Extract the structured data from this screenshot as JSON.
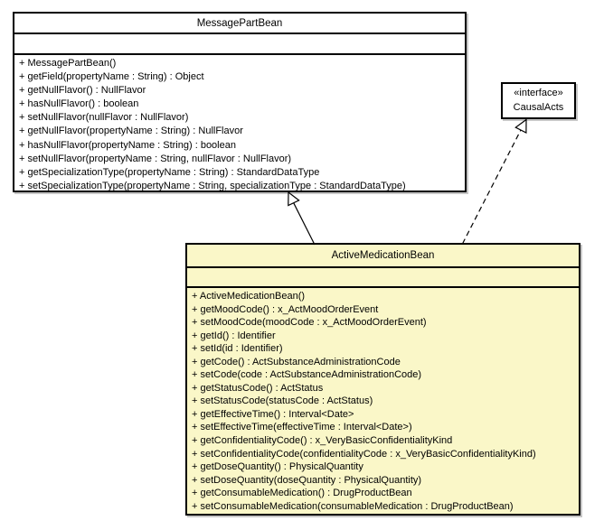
{
  "diagram": {
    "type": "uml-class-diagram",
    "colors": {
      "class_fill": "#ffffff",
      "highlighted_class_fill": "#faf7c8",
      "border": "#000000",
      "background": "#ffffff"
    },
    "message_part_bean": {
      "name": "MessagePartBean",
      "fields": [],
      "methods": [
        "+ MessagePartBean()",
        "+ getField(propertyName : String) : Object",
        "+ getNullFlavor() : NullFlavor",
        "+ hasNullFlavor() : boolean",
        "+ setNullFlavor(nullFlavor : NullFlavor)",
        "+ getNullFlavor(propertyName : String) : NullFlavor",
        "+ hasNullFlavor(propertyName : String) : boolean",
        "+ setNullFlavor(propertyName : String, nullFlavor : NullFlavor)",
        "+ getSpecializationType(propertyName : String) : StandardDataType",
        "+ setSpecializationType(propertyName : String, specializationType : StandardDataType)"
      ]
    },
    "causal_acts": {
      "stereotype": "«interface»",
      "name": "CausalActs"
    },
    "active_medication_bean": {
      "name": "ActiveMedicationBean",
      "fields": [],
      "methods": [
        "+ ActiveMedicationBean()",
        "+ getMoodCode() : x_ActMoodOrderEvent",
        "+ setMoodCode(moodCode : x_ActMoodOrderEvent)",
        "+ getId() : Identifier",
        "+ setId(id : Identifier)",
        "+ getCode() : ActSubstanceAdministrationCode",
        "+ setCode(code : ActSubstanceAdministrationCode)",
        "+ getStatusCode() : ActStatus",
        "+ setStatusCode(statusCode : ActStatus)",
        "+ getEffectiveTime() : Interval<Date>",
        "+ setEffectiveTime(effectiveTime : Interval<Date>)",
        "+ getConfidentialityCode() : x_VeryBasicConfidentialityKind",
        "+ setConfidentialityCode(confidentialityCode : x_VeryBasicConfidentialityKind)",
        "+ getDoseQuantity() : PhysicalQuantity",
        "+ setDoseQuantity(doseQuantity : PhysicalQuantity)",
        "+ getConsumableMedication() : DrugProductBean",
        "+ setConsumableMedication(consumableMedication : DrugProductBean)"
      ]
    },
    "relationships": [
      {
        "type": "generalization",
        "from": "ActiveMedicationBean",
        "to": "MessagePartBean",
        "line_style": "solid",
        "arrowhead": "hollow-triangle"
      },
      {
        "type": "realization",
        "from": "ActiveMedicationBean",
        "to": "CausalActs",
        "line_style": "dashed",
        "arrowhead": "hollow-triangle"
      }
    ]
  }
}
